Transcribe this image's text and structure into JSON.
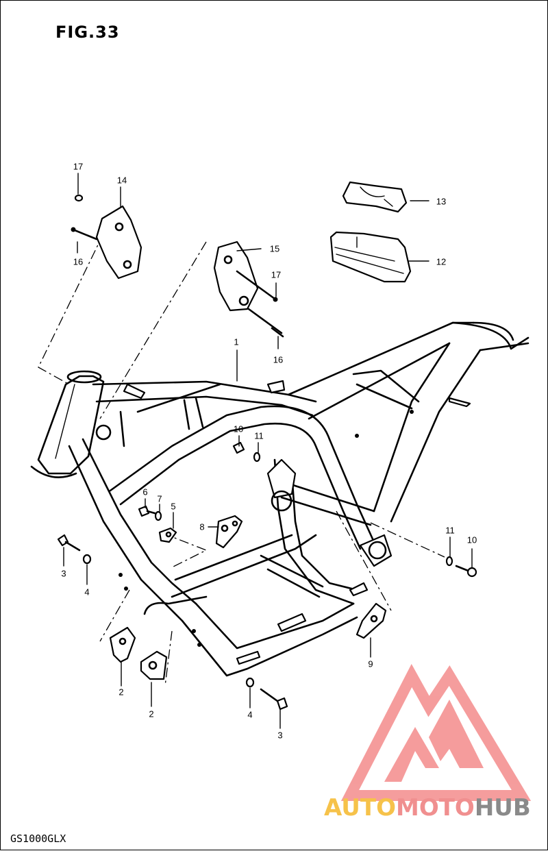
{
  "figure": {
    "title": "FIG.33",
    "model": "GS1000GLX"
  },
  "callouts": [
    {
      "id": "c17a",
      "text": "17"
    },
    {
      "id": "c14",
      "text": "14"
    },
    {
      "id": "c16a",
      "text": "16"
    },
    {
      "id": "c13",
      "text": "13"
    },
    {
      "id": "c12",
      "text": "12"
    },
    {
      "id": "c15",
      "text": "15"
    },
    {
      "id": "c17b",
      "text": "17"
    },
    {
      "id": "c16b",
      "text": "16"
    },
    {
      "id": "c1",
      "text": "1"
    },
    {
      "id": "c10a",
      "text": "10"
    },
    {
      "id": "c11a",
      "text": "11"
    },
    {
      "id": "c6",
      "text": "6"
    },
    {
      "id": "c7",
      "text": "7"
    },
    {
      "id": "c5",
      "text": "5"
    },
    {
      "id": "c8",
      "text": "8"
    },
    {
      "id": "c11b",
      "text": "11"
    },
    {
      "id": "c10b",
      "text": "10"
    },
    {
      "id": "c3a",
      "text": "3"
    },
    {
      "id": "c4a",
      "text": "4"
    },
    {
      "id": "c9",
      "text": "9"
    },
    {
      "id": "c2a",
      "text": "2"
    },
    {
      "id": "c2b",
      "text": "2"
    },
    {
      "id": "c4b",
      "text": "4"
    },
    {
      "id": "c3b",
      "text": "3"
    }
  ],
  "watermark": {
    "part1": "AUTO",
    "part2": "MOTO",
    "part3": "HUB",
    "colors": {
      "auto": "#f6c24a",
      "moto": "#f08f8f",
      "hub": "#8a8a8a",
      "logo": "#f27c7c"
    }
  }
}
